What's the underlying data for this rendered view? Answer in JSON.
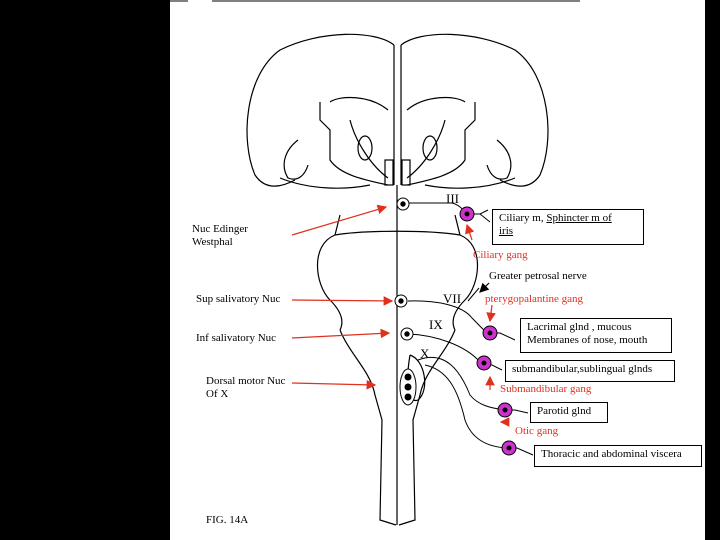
{
  "figure_label": "FIG. 14A",
  "nuclei": {
    "edinger_1": "Nuc  Edinger",
    "edinger_2": "Westphal",
    "sup_salivatory": "Sup salivatory Nuc",
    "inf_salivatory": "Inf salivatory Nuc",
    "dorsal_motor_1": "Dorsal motor Nuc",
    "dorsal_motor_2": "Of X"
  },
  "cranial_nerves": {
    "iii": "III",
    "vii": "VII",
    "ix": "IX",
    "x": "X"
  },
  "ganglia": {
    "ciliary": "Ciliary gang",
    "pterygopalatine": "pterygopalantine gang",
    "submandibular": "Submandibular gang",
    "otic": "Otic gang"
  },
  "greater_petrosal": "Greater petrosal nerve",
  "targets": {
    "ciliary_pre": "Ciliary m, ",
    "ciliary_u1": "Sphincter m  of",
    "ciliary_u2": "iris",
    "lacrimal_1": "Lacrimal glnd , mucous",
    "lacrimal_2": "Membranes of nose, mouth",
    "submandibular": "submandibular,sublingual glnds",
    "parotid": "Parotid glnd",
    "thoracic": "Thoracic and abdominal viscera"
  },
  "colors": {
    "label_red": "#e0301e",
    "ganglion_fill": "#cc33cc",
    "background": "#000000"
  }
}
